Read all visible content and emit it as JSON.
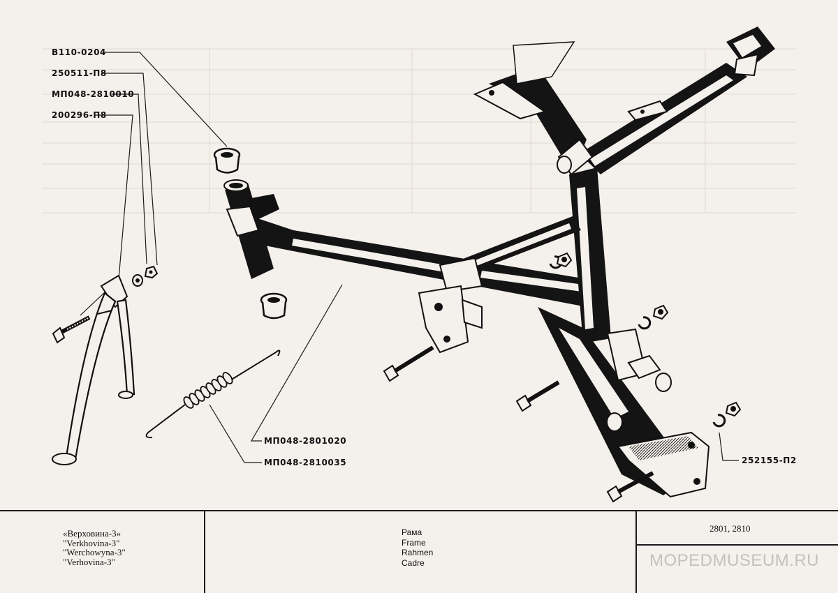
{
  "diagram": {
    "part_numbers": [
      "B110-0204",
      "250511-П8",
      "МП048-2810010",
      "200296-П8",
      "МП048-2801020",
      "МП048-2810035",
      "252155-П2"
    ]
  },
  "title_block": {
    "model_names": [
      "«Верховина-3»",
      "\"Verkhovina-3\"",
      "\"Werchowyna-3\"",
      "\"Verhovina-3\""
    ],
    "part_names": [
      "Рама",
      "Frame",
      "Rahmen",
      "Cadre"
    ],
    "sheet_numbers": "2801, 2810",
    "watermark": "MOPEDMUSEUM.RU"
  },
  "colors": {
    "paper": "#f4f0ec",
    "ink": "#111111",
    "watermark": "#c4c0bc"
  }
}
